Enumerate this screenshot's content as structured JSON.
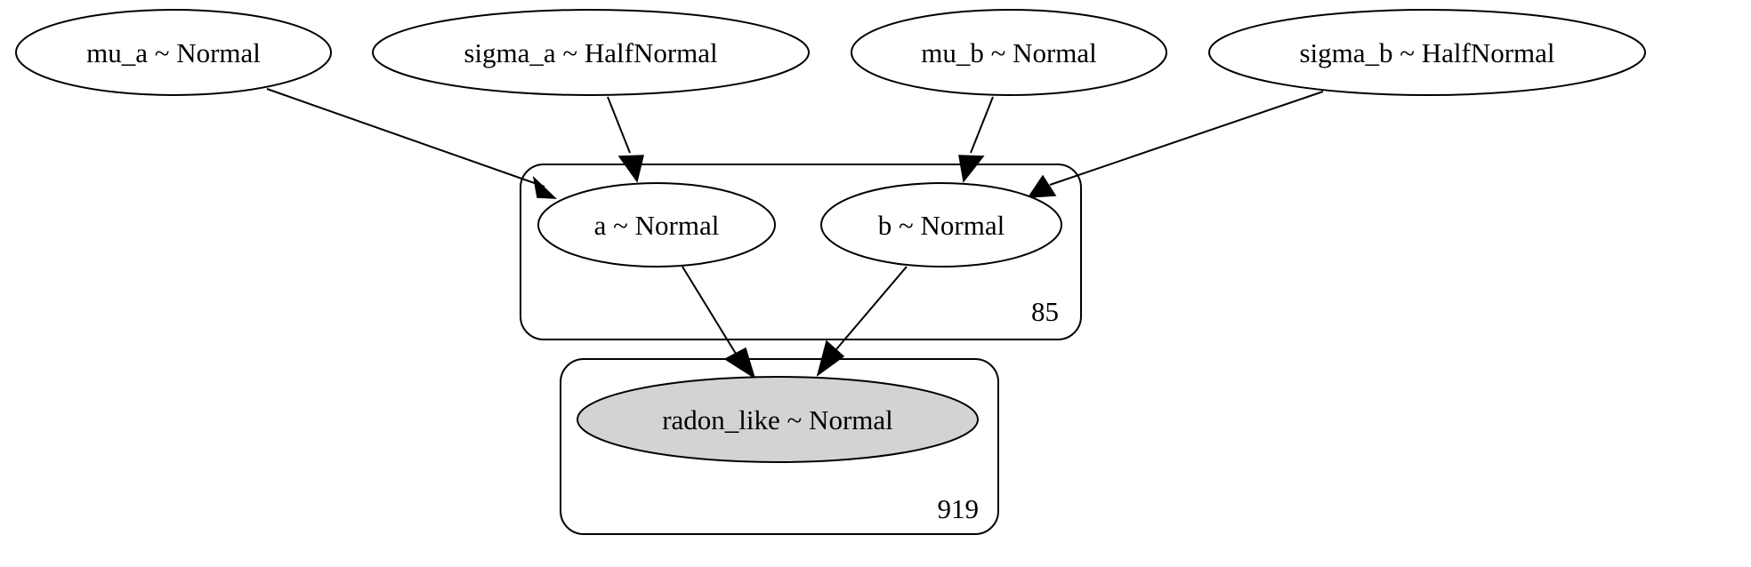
{
  "diagram": {
    "plates": {
      "plate_85": {
        "label": "85"
      },
      "plate_919": {
        "label": "919"
      }
    },
    "nodes": {
      "mu_a": {
        "label": "mu_a ~ Normal",
        "observed": false
      },
      "sigma_a": {
        "label": "sigma_a ~ HalfNormal",
        "observed": false
      },
      "mu_b": {
        "label": "mu_b ~ Normal",
        "observed": false
      },
      "sigma_b": {
        "label": "sigma_b ~ HalfNormal",
        "observed": false
      },
      "a": {
        "label": "a ~ Normal",
        "observed": false
      },
      "b": {
        "label": "b ~ Normal",
        "observed": false
      },
      "radon_like": {
        "label": "radon_like ~ Normal",
        "observed": true
      }
    },
    "edges": [
      {
        "from": "mu_a",
        "to": "a"
      },
      {
        "from": "sigma_a",
        "to": "a"
      },
      {
        "from": "mu_b",
        "to": "b"
      },
      {
        "from": "sigma_b",
        "to": "b"
      },
      {
        "from": "a",
        "to": "radon_like"
      },
      {
        "from": "b",
        "to": "radon_like"
      }
    ],
    "colors": {
      "observed_fill": "#d3d3d3",
      "latent_fill": "#ffffff",
      "stroke": "#000000"
    }
  }
}
